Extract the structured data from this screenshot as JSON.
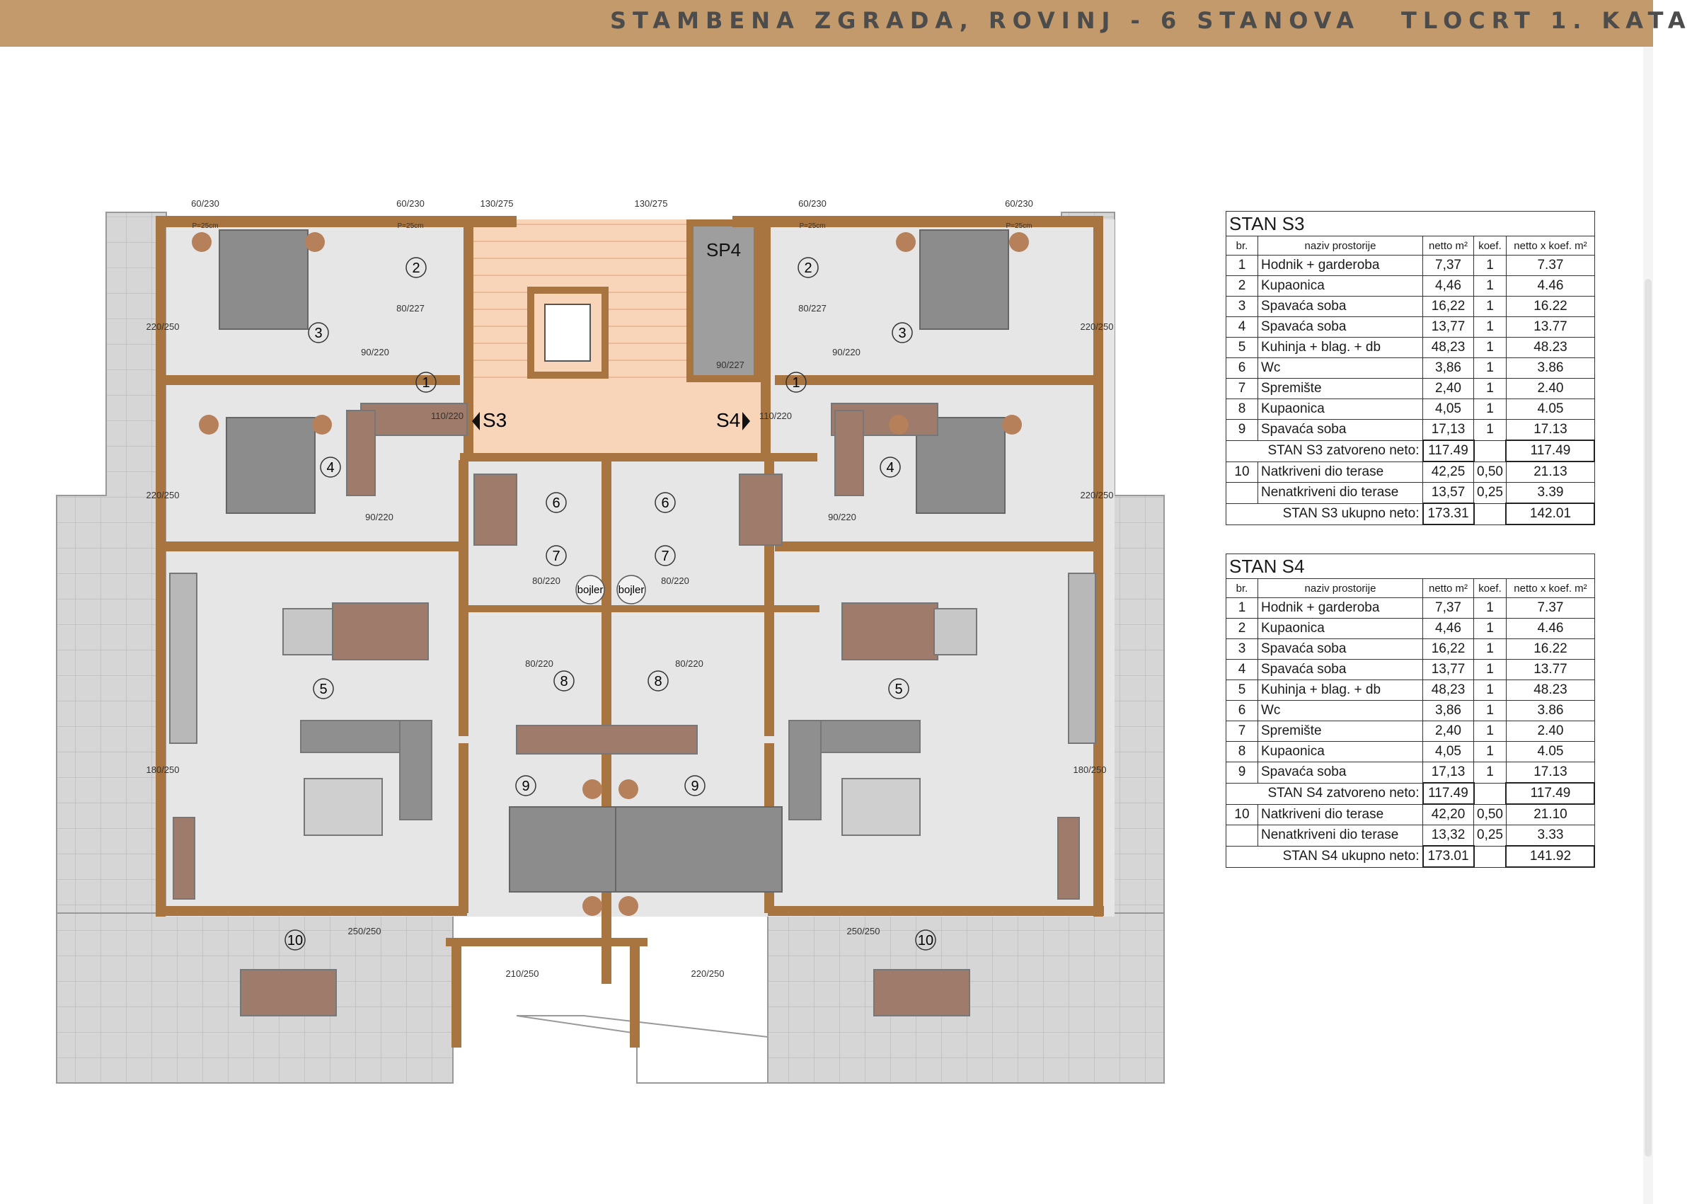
{
  "header": {
    "title_left": "STAMBENA ZGRADA, ROVINJ - 6 STANOVA",
    "title_right": "TLOCRT 1. KATA"
  },
  "colors": {
    "banner": "#c39a6b",
    "wall": "#a8743f",
    "floor": "#e6e6e6",
    "terrace": "#d5d5d5",
    "stair": "#f8d4b8"
  },
  "plan": {
    "apt_left": "S3",
    "apt_right": "S4",
    "shaft": "SP4",
    "boiler": "bojler",
    "room_numbers": [
      "1",
      "2",
      "3",
      "4",
      "5",
      "6",
      "7",
      "8",
      "9",
      "10"
    ],
    "door_labels": [
      "110/220",
      "90/220",
      "80/220",
      "90/227",
      "80/227"
    ],
    "window_labels": [
      "60/230",
      "130/275",
      "220/250",
      "180/250",
      "250/250",
      "210/250"
    ],
    "wall_note": "P=25cm"
  },
  "tables": {
    "headers": {
      "no": "br.",
      "name": "naziv prostorije",
      "net": "netto m²",
      "coef": "koef.",
      "total": "netto x koef. m²"
    },
    "s3": {
      "title": "STAN S3",
      "rows": [
        {
          "no": "1",
          "name": "Hodnik + garderoba",
          "net": "7,37",
          "coef": "1",
          "total": "7.37"
        },
        {
          "no": "2",
          "name": "Kupaonica",
          "net": "4,46",
          "coef": "1",
          "total": "4.46"
        },
        {
          "no": "3",
          "name": "Spavaća soba",
          "net": "16,22",
          "coef": "1",
          "total": "16.22"
        },
        {
          "no": "4",
          "name": "Spavaća soba",
          "net": "13,77",
          "coef": "1",
          "total": "13.77"
        },
        {
          "no": "5",
          "name": "Kuhinja + blag. + db",
          "net": "48,23",
          "coef": "1",
          "total": "48.23"
        },
        {
          "no": "6",
          "name": "Wc",
          "net": "3,86",
          "coef": "1",
          "total": "3.86"
        },
        {
          "no": "7",
          "name": "Spremište",
          "net": "2,40",
          "coef": "1",
          "total": "2.40"
        },
        {
          "no": "8",
          "name": "Kupaonica",
          "net": "4,05",
          "coef": "1",
          "total": "4.05"
        },
        {
          "no": "9",
          "name": "Spavaća soba",
          "net": "17,13",
          "coef": "1",
          "total": "17.13"
        }
      ],
      "closed": {
        "label": "STAN S3 zatvoreno neto:",
        "net": "117.49",
        "total": "117.49"
      },
      "covered": {
        "no": "10",
        "name": "Natkriveni dio terase",
        "net": "42,25",
        "coef": "0,50",
        "total": "21.13"
      },
      "uncovered": {
        "name": "Nenatkriveni dio terase",
        "net": "13,57",
        "coef": "0,25",
        "total": "3.39"
      },
      "sum": {
        "label": "STAN S3 ukupno neto:",
        "net": "173.31",
        "total": "142.01"
      }
    },
    "s4": {
      "title": "STAN S4",
      "rows": [
        {
          "no": "1",
          "name": "Hodnik + garderoba",
          "net": "7,37",
          "coef": "1",
          "total": "7.37"
        },
        {
          "no": "2",
          "name": "Kupaonica",
          "net": "4,46",
          "coef": "1",
          "total": "4.46"
        },
        {
          "no": "3",
          "name": "Spavaća soba",
          "net": "16,22",
          "coef": "1",
          "total": "16.22"
        },
        {
          "no": "4",
          "name": "Spavaća soba",
          "net": "13,77",
          "coef": "1",
          "total": "13.77"
        },
        {
          "no": "5",
          "name": "Kuhinja + blag. + db",
          "net": "48,23",
          "coef": "1",
          "total": "48.23"
        },
        {
          "no": "6",
          "name": "Wc",
          "net": "3,86",
          "coef": "1",
          "total": "3.86"
        },
        {
          "no": "7",
          "name": "Spremište",
          "net": "2,40",
          "coef": "1",
          "total": "2.40"
        },
        {
          "no": "8",
          "name": "Kupaonica",
          "net": "4,05",
          "coef": "1",
          "total": "4.05"
        },
        {
          "no": "9",
          "name": "Spavaća soba",
          "net": "17,13",
          "coef": "1",
          "total": "17.13"
        }
      ],
      "closed": {
        "label": "STAN S4 zatvoreno neto:",
        "net": "117.49",
        "total": "117.49"
      },
      "covered": {
        "no": "10",
        "name": "Natkriveni dio terase",
        "net": "42,20",
        "coef": "0,50",
        "total": "21.10"
      },
      "uncovered": {
        "name": "Nenatkriveni dio terase",
        "net": "13,32",
        "coef": "0,25",
        "total": "3.33"
      },
      "sum": {
        "label": "STAN S4 ukupno neto:",
        "net": "173.01",
        "total": "141.92"
      }
    }
  }
}
